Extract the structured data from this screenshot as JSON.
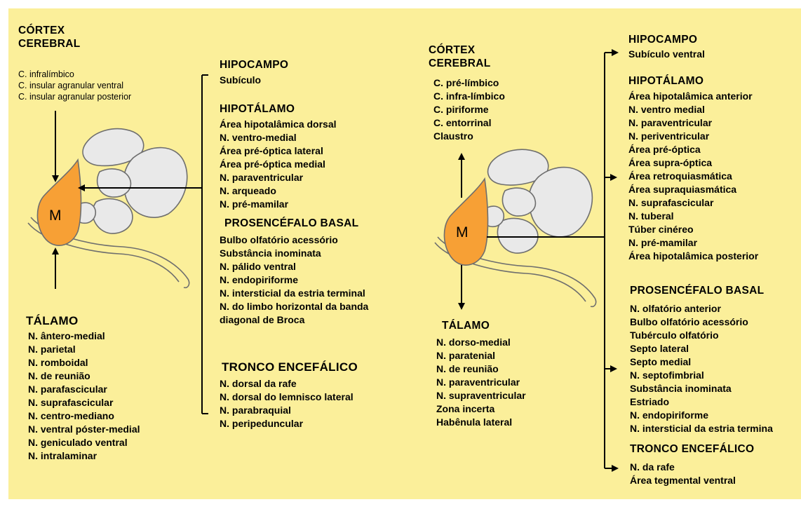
{
  "colors": {
    "background": "#fbef9a",
    "nucleus": "#f7a035",
    "structure_fill": "#e9e9e9",
    "structure_stroke": "#6e6e6e"
  },
  "left": {
    "cortex_title": [
      "CÓRTEX",
      "CEREBRAL"
    ],
    "cortex_items": [
      "C. infralímbico",
      "C. insular agranular ventral",
      "C. insular agranular posterior"
    ],
    "nucleus_label": "M",
    "hipocampo_title": "HIPOCAMPO",
    "hipocampo_items": [
      "Subículo"
    ],
    "hipotalamo_title": "HIPOTÁLAMO",
    "hipotalamo_items": [
      "Área hipotalâmica dorsal",
      "N. ventro-medial",
      "Área pré-óptica lateral",
      "Área pré-óptica medial",
      "N. paraventricular",
      "N. arqueado",
      "N. pré-mamilar"
    ],
    "prosencefalo_title": "PROSENCÉFALO BASAL",
    "prosencefalo_items": [
      "Bulbo olfatório acessório",
      "Substância inominata",
      "N. pálido ventral",
      "N. endopiriforme",
      "N. intersticial da estria terminal",
      "N. do limbo horizontal da banda",
      "diagonal de Broca"
    ],
    "tronco_title": "TRONCO ENCEFÁLICO",
    "tronco_items": [
      "N. dorsal da rafe",
      "N. dorsal do lemnisco lateral",
      "N. parabraquial",
      "N. peripeduncular"
    ],
    "talamo_title": "TÁLAMO",
    "talamo_items": [
      "N. ântero-medial",
      "N. parietal",
      "N. romboidal",
      "N. de reunião",
      "N. parafascicular",
      "N. suprafascicular",
      "N. centro-mediano",
      "N. ventral póster-medial",
      "N. geniculado ventral",
      "N. intralaminar"
    ]
  },
  "right": {
    "cortex_title": [
      "CÓRTEX",
      "CEREBRAL"
    ],
    "cortex_items": [
      "C. pré-límbico",
      "C. infra-límbico",
      "C. piriforme",
      "C. entorrinal",
      "Claustro"
    ],
    "nucleus_label": "M",
    "hipocampo_title": "HIPOCAMPO",
    "hipocampo_items": [
      "Subículo ventral"
    ],
    "hipotalamo_title": "HIPOTÁLAMO",
    "hipotalamo_items": [
      "Área hipotalâmica anterior",
      "N. ventro medial",
      "N. paraventricular",
      "N. periventricular",
      "Área pré-óptica",
      "Área supra-óptica",
      "Área retroquiasmática",
      "Área supraquiasmática",
      "N. suprafascicular",
      "N. tuberal",
      "Túber cinéreo",
      "N. pré-mamilar",
      "Área hipotalâmica posterior"
    ],
    "prosencefalo_title": "PROSENCÉFALO BASAL",
    "prosencefalo_items": [
      "N. olfatório anterior",
      "Bulbo olfatório acessório",
      "Tubérculo olfatório",
      "Septo lateral",
      "Septo medial",
      "N. septofimbrial",
      "Substância inominata",
      "Estriado",
      "N. endopiriforme",
      "N. intersticial da estria termina"
    ],
    "tronco_title": "TRONCO ENCEFÁLICO",
    "tronco_items": [
      "N. da rafe",
      "Área tegmental ventral"
    ],
    "talamo_title": "TÁLAMO",
    "talamo_items": [
      "N. dorso-medial",
      "N. paratenial",
      "N. de reunião",
      "N. paraventricular",
      "N. supraventricular",
      "Zona incerta",
      "Habênula lateral"
    ]
  }
}
